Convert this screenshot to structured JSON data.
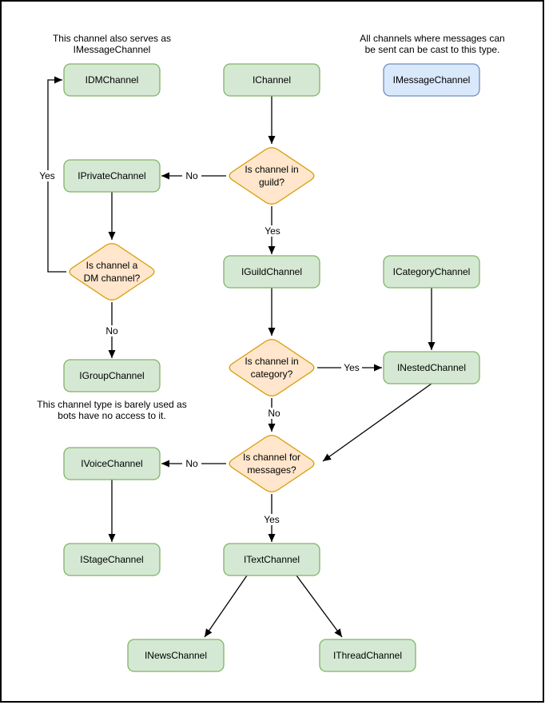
{
  "diagram": {
    "colors": {
      "channel_fill": "#d5e8d4",
      "channel_stroke": "#82b366",
      "decision_fill": "#ffe6cc",
      "decision_stroke": "#d79b00",
      "message_fill": "#dae8fc",
      "message_stroke": "#6c8ebf",
      "edge": "#000000",
      "page_border": "#000000"
    },
    "notes": {
      "dm_serves": {
        "line1": "This channel also serves as",
        "line2": "IMessageChannel"
      },
      "message_cast": {
        "line1": "All channels where messages can",
        "line2": "be sent can be cast to this type."
      },
      "group_unused": {
        "line1": "This channel type is barely used as",
        "line2": "bots have no access to it."
      }
    },
    "nodes": {
      "idmchannel": "IDMChannel",
      "ichannel": "IChannel",
      "imessagechannel": "IMessageChannel",
      "iprivatechannel": "IPrivateChannel",
      "iguildchannel": "IGuildChannel",
      "icategorychannel": "ICategoryChannel",
      "igroupchannel": "IGroupChannel",
      "inestedchannel": "INestedChannel",
      "ivoicechannel": "IVoiceChannel",
      "istagechannel": "IStageChannel",
      "itextchannel": "ITextChannel",
      "inewschannel": "INewsChannel",
      "ithreadchannel": "IThreadChannel"
    },
    "decisions": {
      "in_guild": {
        "line1": "Is channel in",
        "line2": "guild?"
      },
      "is_dm": {
        "line1": "Is channel a",
        "line2": "DM channel?"
      },
      "in_category": {
        "line1": "Is channel in",
        "line2": "category?"
      },
      "for_messages": {
        "line1": "Is channel for",
        "line2": "messages?"
      }
    },
    "edge_labels": {
      "yes": "Yes",
      "no": "No"
    }
  }
}
